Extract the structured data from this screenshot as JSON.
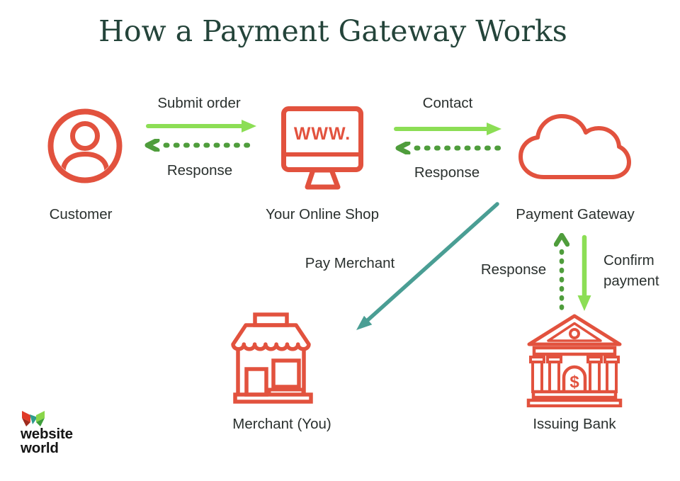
{
  "title": "How a Payment Gateway Works",
  "nodes": {
    "customer": {
      "label": "Customer"
    },
    "shop": {
      "label": "Your Online Shop",
      "screen_text": "WWW."
    },
    "gateway": {
      "label": "Payment Gateway"
    },
    "merchant": {
      "label": "Merchant (You)"
    },
    "bank": {
      "label": "Issuing Bank",
      "currency_symbol": "$"
    }
  },
  "flows": {
    "submit_order": {
      "label": "Submit order",
      "style": "solid",
      "direction": "right"
    },
    "shop_response": {
      "label": "Response",
      "style": "dashed",
      "direction": "left"
    },
    "contact": {
      "label": "Contact",
      "style": "solid",
      "direction": "right"
    },
    "gateway_response": {
      "label": "Response",
      "style": "dashed",
      "direction": "left"
    },
    "pay_merchant": {
      "label": "Pay Merchant",
      "style": "solid",
      "direction": "down-left"
    },
    "bank_response": {
      "label": "Response",
      "style": "dashed",
      "direction": "up"
    },
    "confirm_payment": {
      "label_line1": "Confirm",
      "label_line2": "payment",
      "style": "solid",
      "direction": "down"
    }
  },
  "logo": {
    "line1": "website",
    "line2": "world"
  },
  "colors": {
    "icon_red": "#E2523E",
    "arrow_green_solid": "#8CDE55",
    "arrow_green_dashed": "#4F9D3C",
    "arrow_teal": "#4A9E94",
    "title_text": "#24443A",
    "body_text": "#2A302E",
    "background": "#FFFFFF"
  }
}
